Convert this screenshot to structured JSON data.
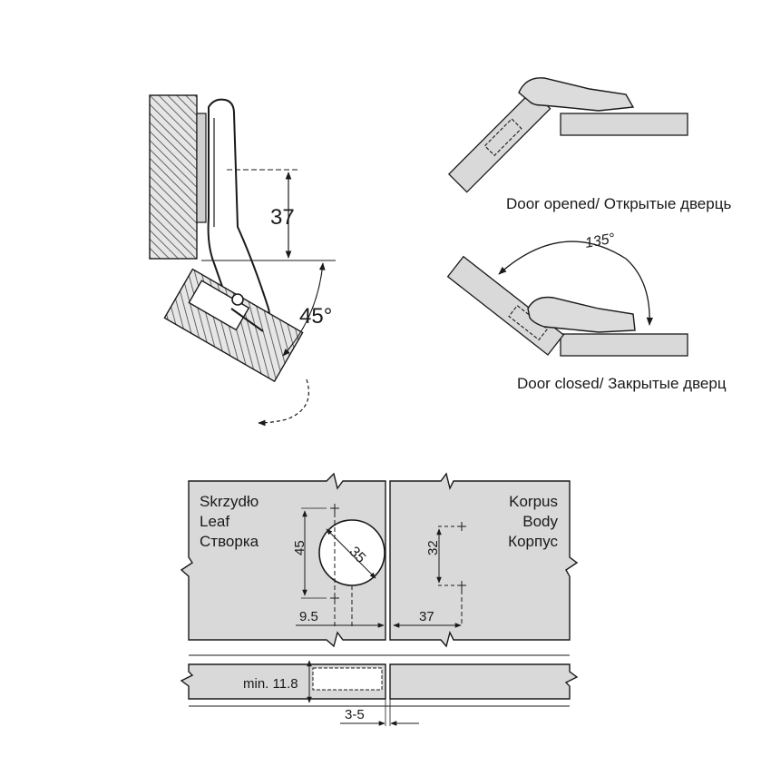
{
  "top_left": {
    "dim_height": "37",
    "angle": "45°"
  },
  "top_right": {
    "opened_caption": "Door opened/ Открытые дверць",
    "closed_caption": "Door closed/ Закрытые  дверц",
    "open_angle": "135°"
  },
  "bottom": {
    "leaf_labels": [
      "Skrzydło",
      "Leaf",
      "Створка"
    ],
    "body_labels": [
      "Korpus",
      "Body",
      "Корпус"
    ],
    "dim_cup_diameter": "35",
    "dim_cup_spacing": "45",
    "dim_cup_offset": "9.5",
    "dim_plate_spacing": "32",
    "dim_plate_offset": "37",
    "dim_min_depth": "min. 11.8",
    "dim_gap": "3-5"
  },
  "colors": {
    "panel_fill": "#d9d9d9",
    "hatch": "#555555",
    "line": "#1a1a1a",
    "hinge_fill": "#dcdcdc"
  }
}
